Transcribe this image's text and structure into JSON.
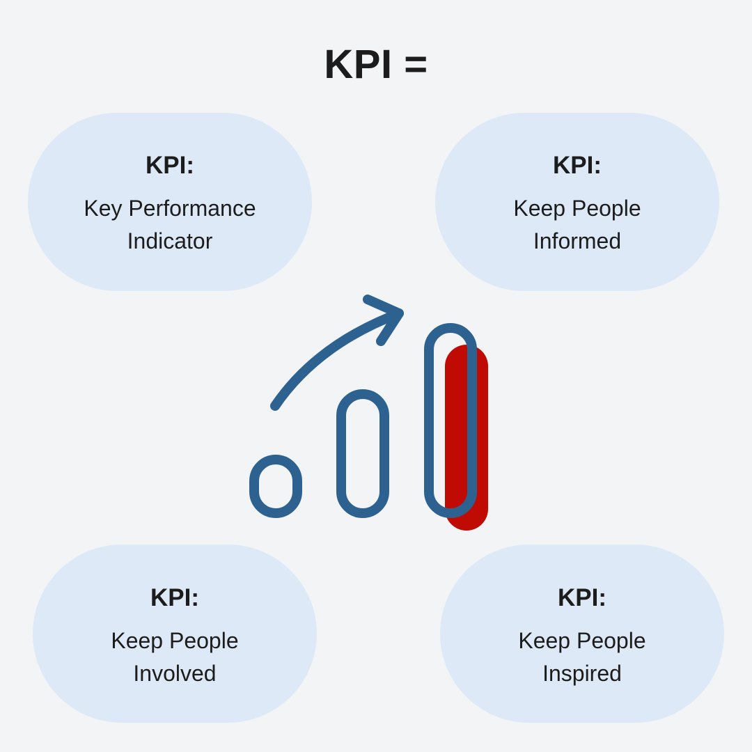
{
  "title": "KPI =",
  "accent_color": "#2d6290",
  "highlight_color": "#c00a04",
  "card_color": "#dde9f6",
  "cards": [
    {
      "heading": "KPI:",
      "text": "Key Performance\nIndicator"
    },
    {
      "heading": "KPI:",
      "text": "Keep People\nInformed"
    },
    {
      "heading": "KPI:",
      "text": "Keep People\nInvolved"
    },
    {
      "heading": "KPI:",
      "text": "Keep People\nInspired"
    }
  ],
  "graphic": {
    "icon": "growth-bar-chart-icon",
    "bar_levels": [
      0.3,
      0.6,
      1.0
    ],
    "highlighted_bar": 3
  }
}
